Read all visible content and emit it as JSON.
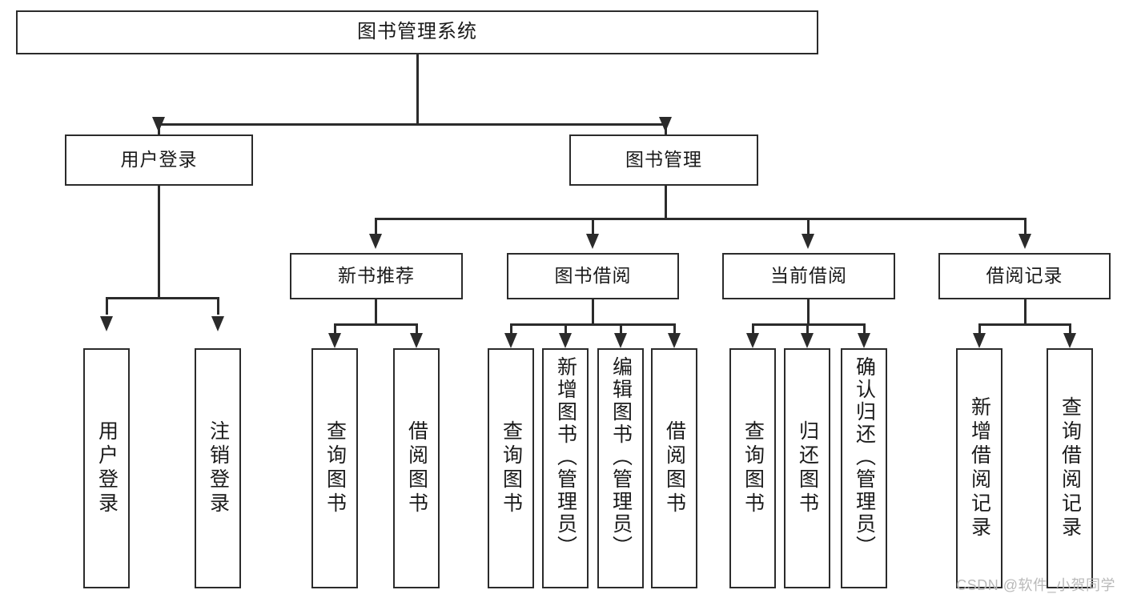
{
  "diagram": {
    "type": "tree",
    "title": "图书管理系统",
    "orientation": "top-down",
    "colors": {
      "stroke": "#2b2b2b",
      "fill": "#ffffff",
      "text": "#1a1a1a",
      "watermark": "#b9b9b9"
    },
    "nodes": {
      "root": {
        "label": "图书管理系统"
      },
      "level2": [
        {
          "label": "用户登录"
        },
        {
          "label": "图书管理"
        }
      ],
      "level3": [
        {
          "label": "新书推荐"
        },
        {
          "label": "图书借阅"
        },
        {
          "label": "当前借阅"
        },
        {
          "label": "借阅记录"
        }
      ],
      "leaves_user_login": [
        {
          "label": "用户登录"
        },
        {
          "label": "注销登录"
        }
      ],
      "leaves_new_book": [
        {
          "label": "查询图书"
        },
        {
          "label": "借阅图书"
        }
      ],
      "leaves_borrow": [
        {
          "label": "查询图书"
        },
        {
          "label": "新增图书（管理员）"
        },
        {
          "label": "编辑图书（管理员）"
        },
        {
          "label": "借阅图书"
        }
      ],
      "leaves_current": [
        {
          "label": "查询图书"
        },
        {
          "label": "归还图书"
        },
        {
          "label": "确认归还（管理员）"
        }
      ],
      "leaves_records": [
        {
          "label": "新增借阅记录"
        },
        {
          "label": "查询借阅记录"
        }
      ]
    },
    "edges": [
      {
        "from": "图书管理系统",
        "to": "用户登录"
      },
      {
        "from": "图书管理系统",
        "to": "图书管理"
      },
      {
        "from": "用户登录",
        "to": "用户登录"
      },
      {
        "from": "用户登录",
        "to": "注销登录"
      },
      {
        "from": "图书管理",
        "to": "新书推荐"
      },
      {
        "from": "图书管理",
        "to": "图书借阅"
      },
      {
        "from": "图书管理",
        "to": "当前借阅"
      },
      {
        "from": "图书管理",
        "to": "借阅记录"
      },
      {
        "from": "新书推荐",
        "to": "查询图书"
      },
      {
        "from": "新书推荐",
        "to": "借阅图书"
      },
      {
        "from": "图书借阅",
        "to": "查询图书"
      },
      {
        "from": "图书借阅",
        "to": "新增图书（管理员）"
      },
      {
        "from": "图书借阅",
        "to": "编辑图书（管理员）"
      },
      {
        "from": "图书借阅",
        "to": "借阅图书"
      },
      {
        "from": "当前借阅",
        "to": "查询图书"
      },
      {
        "from": "当前借阅",
        "to": "归还图书"
      },
      {
        "from": "当前借阅",
        "to": "确认归还（管理员）"
      },
      {
        "from": "借阅记录",
        "to": "新增借阅记录"
      },
      {
        "from": "借阅记录",
        "to": "查询借阅记录"
      }
    ]
  },
  "watermark": {
    "text": "CSDN @软件_小贺同学"
  }
}
